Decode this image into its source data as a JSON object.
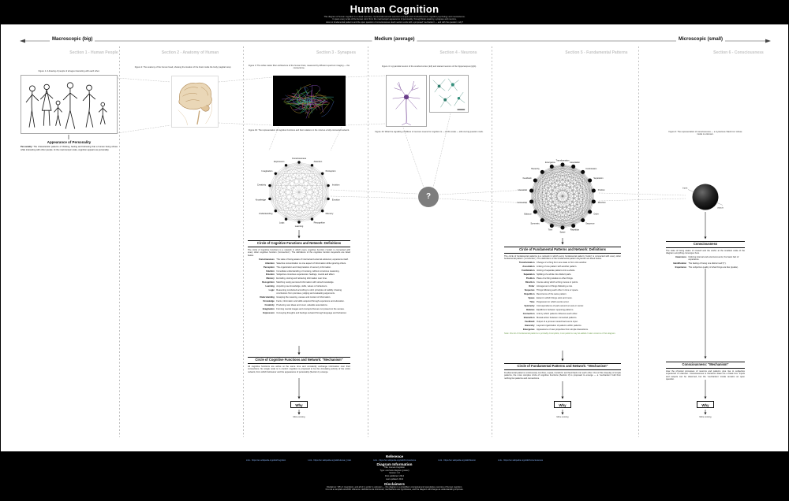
{
  "header": {
    "title": "Human Cognition",
    "subtitle_lines": [
      "This diagram of human cognition is a visual overview, concentrated around selected concepts and conclusions from cognitive psychology and neuroscience.",
      "It spans every scale of the human mind: from the macroscopic appearance of personality, through brain anatomy, synapses and neurons,",
      "down to fundamental patterns and the open question of consciousness. Each section ends with a proposed 'mechanism' — and with the question: why?"
    ]
  },
  "scale_axis": {
    "left": "Macroscopic (big)",
    "middle": "Medium (average)",
    "right": "Microscopic (small)"
  },
  "colors": {
    "link": "#7fa8e8",
    "note_green": "#6f9e4f",
    "question_gray": "#7d7d7d"
  },
  "sections": {
    "s1": {
      "label": "Section 1 - Human People",
      "figure_caption": "Figure 1: A drawing of people of all ages interacting with each other.",
      "heading": "Appearance of Personality",
      "term": "Personality:",
      "body": "The characteristic patterns of thinking, feeling and behaving that a human being shows while interacting with other people. At the macroscopic scale, cognition appears as personality."
    },
    "s2": {
      "label": "Section 2 - Anatomy of Human",
      "figure_caption": "Figure 2: The anatomy of the human head, showing the location of the brain inside the body (sagittal view)."
    },
    "s3": {
      "label": "Section 3 - Synapses",
      "figure_caption_top": "Figure 3: The white matter fiber architecture of the human brain, measured by diffusion spectrum imaging — the connectome.",
      "figure_caption_bottom": "Figure 3b: The representation of cognitive functions and their relations in the mind as a fully connected network.",
      "defs_title": "Circle of Cognitive Functions and Network: Definitions",
      "defs_intro": "The circle of cognitive functions is a network in which every cognitive function ('node') is connected with every other cognitive function ('connection'). The definitions of the cognitive function keywords are listed below.",
      "rows": [
        {
          "term": "Consciousness",
          "def": "The state of being aware of internal and external existence; experience itself."
        },
        {
          "term": "Attention",
          "def": "Selective concentration on one aspect of information while ignoring others."
        },
        {
          "term": "Perception",
          "def": "The organization and interpretation of sensory information."
        },
        {
          "term": "Intuition",
          "def": "Immediate understanding or knowing, without conscious reasoning."
        },
        {
          "term": "Emotion",
          "def": "Subjective conscious experiences: feelings, moods and affect."
        },
        {
          "term": "Memory",
          "def": "Encoding, storing and retrieving information over time."
        },
        {
          "term": "Recognition",
          "def": "Matching newly perceived information with stored knowledge."
        },
        {
          "term": "Learning",
          "def": "Acquiring new knowledge, skills, values or behaviours."
        },
        {
          "term": "Logic",
          "def": "Reasoning conducted according to strict principles of validity: drawing conclusions from premises, judging and evaluating arguments."
        },
        {
          "term": "Understanding",
          "def": "Grasping the meaning, causes and context of information."
        },
        {
          "term": "Knowledge",
          "def": "Facts, information and skills acquired through experience and education."
        },
        {
          "term": "Creativity",
          "def": "Producing new ideas and novel, valuable associations."
        },
        {
          "term": "Imagination",
          "def": "Forming mental images and concepts that are not present to the senses."
        },
        {
          "term": "Expression",
          "def": "Conveying thoughts and feelings outward through language and behaviour."
        }
      ],
      "mech_title": "Circle of Cognitive Functions and Network: \"Mechanism\"",
      "mech_body": "All cognitive functions are active at the same time and constantly exchange information over their connections. No single node is in control: cognition is proposed to be the circulating activity of the entire network, from which behaviour and the appearance of personality (Section 1) emerge.",
      "why": "Why",
      "more": "More coming"
    },
    "s4": {
      "label": "Section 4 - Neurons",
      "figure_caption_top": "Figure 4: A pyramidal neuron of the cerebral cortex (left) and stained neurons of the hippocampus (right).",
      "figure_caption_bottom": "Figure 4b: What the signalling of billions of neurons means for cognition is — at this scale — still one big question mark.",
      "question_mark": "?"
    },
    "s5": {
      "label": "Section 5 - Fundamental Patterns",
      "defs_title": "Circle of Fundamental Patterns and Network: Definitions",
      "defs_intro": "The circle of fundamental patterns is a network in which every fundamental pattern ('node') is connected with every other fundamental pattern ('connection'). The definitions of the fundamental pattern keywords are listed below.",
      "rows": [
        {
          "term": "Transformation",
          "def": "Change of a thing from one state or form into another."
        },
        {
          "term": "Association",
          "def": "Linking of one pattern with another pattern."
        },
        {
          "term": "Combination",
          "def": "Joining of separate patterns into a whole."
        },
        {
          "term": "Separation",
          "def": "Splitting of a whole into distinct parts."
        },
        {
          "term": "Position",
          "def": "Place of a thing relative to other things."
        },
        {
          "term": "Direction",
          "def": "Course along which a thing moves or points."
        },
        {
          "term": "Order",
          "def": "Arrangement of things following a rule."
        },
        {
          "term": "Sequence",
          "def": "Things following each other in time or space."
        },
        {
          "term": "Repetition",
          "def": "Recurrence of the same pattern."
        },
        {
          "term": "Space",
          "def": "Extent in which things exist and move."
        },
        {
          "term": "Time",
          "def": "Progression in which events occur."
        },
        {
          "term": "Symmetry",
          "def": "Correspondence of parts around an axis or center."
        },
        {
          "term": "Balance",
          "def": "Equilibrium between opposing patterns."
        },
        {
          "term": "Connection",
          "def": "Link by which patterns influence each other."
        },
        {
          "term": "Interaction",
          "def": "Mutual action between connected patterns."
        },
        {
          "term": "Feedback",
          "def": "Output of a process routed back as its input."
        },
        {
          "term": "Hierarchy",
          "def": "Layered organization of patterns within patterns."
        },
        {
          "term": "Emergence",
          "def": "Appearance of new properties from simple interactions."
        }
      ],
      "note": "Note: this list of fundamental patterns is probably incomplete; more patterns may be added in later versions of this diagram.",
      "mech_title": "Circle of Fundamental Patterns and Network: \"Mechanism\"",
      "mech_body": "Fundamental patterns continuously combine, repeat, transform and feed back into each other. Out of this interplay of simple patterns, the more complex circle of cognitive functions (Section 3) is proposed to emerge — a 'mechanism' built from nothing but patterns and connections.",
      "why": "Why",
      "more": "More coming"
    },
    "s6": {
      "label": "Section 6 - Consciousness",
      "figure_caption": "Figure 6: The representation of consciousness — a mysterious 'black box' whose inside is unknown.",
      "sphere_left": "inputs",
      "sphere_right": "outputs",
      "cons_title": "Consciousness",
      "cons_intro": "The state of being aware of oneself and the world; at the smallest scale of the diagram everything converges here.",
      "rows": [
        {
          "term": "Awareness",
          "def": "Noticing internal and external events; the basic fact of experience."
        },
        {
          "term": "Identification",
          "def": "The feeling of being one distinct self ('I')."
        },
        {
          "term": "Experience",
          "def": "The subjective quality of what things are like (qualia)."
        }
      ],
      "mech_title": "Consciousness: \"Mechanism\"",
      "mech_body": "How the physical processes of neurons and patterns give rise to subjective experience is unknown. Consciousness is therefore drawn as a black box: inputs and outputs can be observed, but the 'mechanism' inside remains an open question.",
      "why": "Why",
      "more": "More coming"
    }
  },
  "graphs": {
    "cognitive": {
      "labels": [
        "Consciousness",
        "Attention",
        "Perception",
        "Intuition",
        "Emotion",
        "Memory",
        "Recognition",
        "Learning",
        "Logic",
        "Understanding",
        "Knowledge",
        "Creativity",
        "Imagination",
        "Expression"
      ]
    },
    "patterns": {
      "labels": [
        "Transformation",
        "Association",
        "Combination",
        "Separation",
        "Position",
        "Direction",
        "Order",
        "Sequence",
        "Repetition",
        "Space",
        "Time",
        "Symmetry",
        "Balance",
        "Connection",
        "Interaction",
        "Feedback",
        "Hierarchy",
        "Emergence"
      ]
    }
  },
  "footer": {
    "reference_title": "Reference",
    "links": [
      "Link - https://en.wikipedia.org/wiki/Cognition",
      "Link - https://en.wikipedia.org/wiki/Human_brain",
      "Link - https://en.wikipedia.org/wiki/Connectome",
      "Link - https://en.wikipedia.org/wiki/Neuron",
      "Link - https://en.wikipedia.org/wiki/Consciousness"
    ],
    "info_title": "Diagram Information",
    "info_lines": [
      "Title: Human Cognition",
      "Type: overview diagram (poster)",
      "Version: 1.0",
      "First published: 2014",
      "Last updated: 2014"
    ],
    "disclaimers_title": "Disclaimers",
    "disclaimer_lines": [
      "Disclaimer: 'Why it (cognition), and all of it, works' is unknown — this diagram is a simplified, conceptual and speculative overview of human cognition.",
      "It is not a complete scientific reference: definitions are shortened, mechanisms are hypotheses, and the diagram will change as understanding improves."
    ]
  }
}
